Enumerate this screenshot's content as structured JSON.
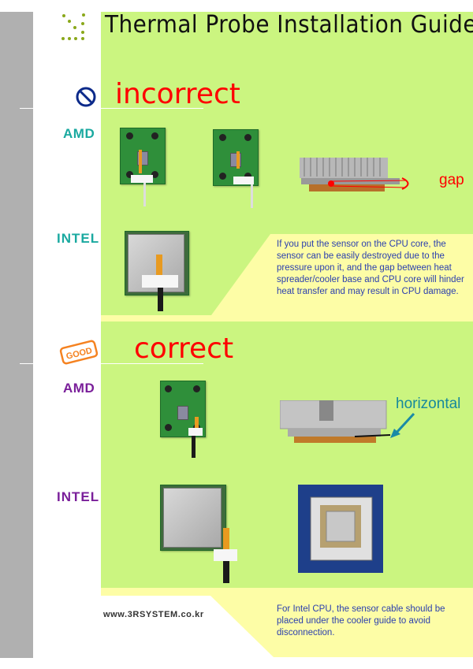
{
  "header": {
    "title": "Thermal Probe Installation Guide",
    "logo_icon": "dots-logo-icon"
  },
  "incorrect": {
    "heading": "incorrect",
    "icon": "prohibited-icon",
    "amd_label": "AMD",
    "intel_label": "INTEL",
    "gap_label": "gap",
    "note": "If you put the sensor on the CPU core, the sensor can be easily destroyed due to the pressure upon it, and the gap between heat spreader/cooler base and CPU core will hinder heat transfer and may result in CPU damage."
  },
  "correct": {
    "heading": "correct",
    "badge": "GOOD",
    "amd_label": "AMD",
    "intel_label": "INTEL",
    "horizontal_label": "horizontal",
    "note": "For Intel CPU, the sensor cable should be placed under the cooler guide to avoid disconnection."
  },
  "footer": {
    "website": "www.3RSYSTEM.co.kr"
  },
  "colors": {
    "green": "#cbf580",
    "yellow": "#fdfda6",
    "gray": "#b0b0b0",
    "red": "#ff0000",
    "teal": "#1aa9a0",
    "purple": "#7a1f9a",
    "note_blue": "#2b3fae"
  }
}
